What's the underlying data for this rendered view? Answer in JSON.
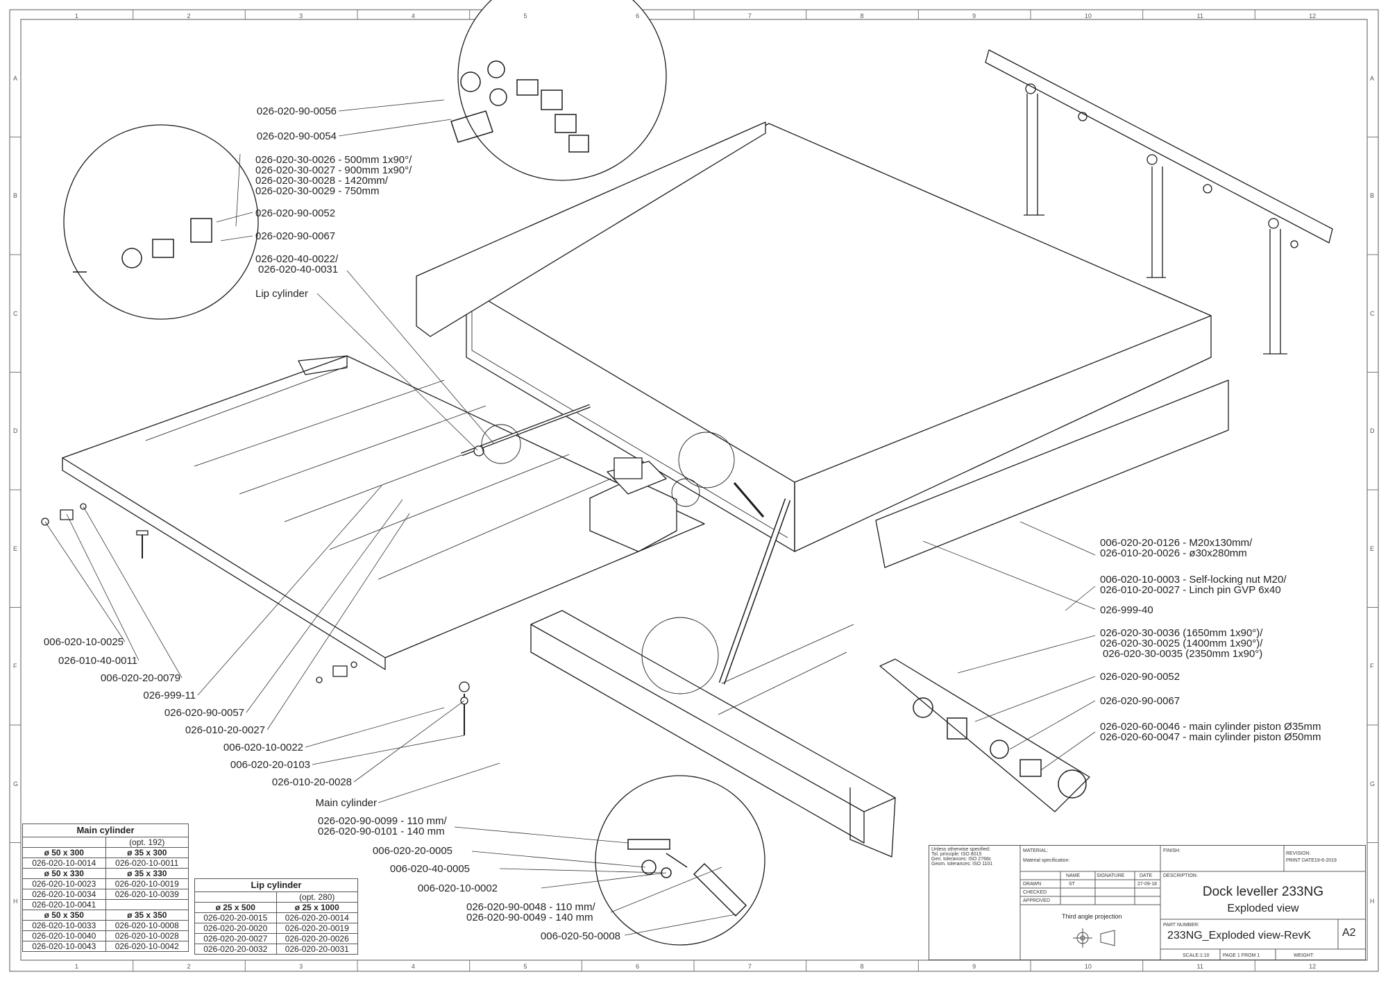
{
  "callouts_top": [
    {
      "id": "c1",
      "text": "026-020-90-0056"
    },
    {
      "id": "c2",
      "text": "026-020-90-0054"
    },
    {
      "id": "c3",
      "lines": [
        "026-020-30-0026 - 500mm 1x90°/",
        "026-020-30-0027 - 900mm 1x90°/",
        "026-020-30-0028 - 1420mm/",
        "026-020-30-0029 - 750mm"
      ]
    },
    {
      "id": "c4",
      "text": "026-020-90-0052"
    },
    {
      "id": "c5",
      "text": "026-020-90-0067"
    },
    {
      "id": "c6",
      "lines": [
        "026-020-40-0022/",
        "026-020-40-0031"
      ]
    },
    {
      "id": "c7",
      "text": "Lip cylinder"
    }
  ],
  "callouts_left": [
    {
      "text": "006-020-10-0025"
    },
    {
      "text": "026-010-40-0011"
    },
    {
      "text": "006-020-20-0079"
    },
    {
      "text": "026-999-11"
    },
    {
      "text": "026-020-90-0057"
    },
    {
      "text": "026-010-20-0027"
    },
    {
      "text": "006-020-10-0022"
    },
    {
      "text": "006-020-20-0103"
    },
    {
      "text": "026-010-20-0028"
    },
    {
      "text": "Main cylinder"
    }
  ],
  "callouts_bottom": [
    {
      "lines": [
        "026-020-90-0099 - 110 mm/",
        "026-020-90-0101 - 140 mm"
      ]
    },
    {
      "text": "006-020-20-0005"
    },
    {
      "text": "006-020-40-0005"
    },
    {
      "text": "006-020-10-0002"
    },
    {
      "lines": [
        "026-020-90-0048 - 110 mm/",
        "026-020-90-0049 - 140 mm"
      ]
    },
    {
      "text": "006-020-50-0008"
    }
  ],
  "callouts_right": [
    {
      "lines": [
        "006-020-20-0126 - M20x130mm/",
        "026-010-20-0026 - ø30x280mm"
      ]
    },
    {
      "lines": [
        "006-020-10-0003 - Self-locking nut M20/",
        "026-010-20-0027 - Linch pin GVP 6x40"
      ]
    },
    {
      "text": "026-999-40"
    },
    {
      "lines": [
        "026-020-30-0036 (1650mm 1x90°)/",
        "026-020-30-0025 (1400mm 1x90°)/",
        "026-020-30-0035 (2350mm 1x90°)"
      ]
    },
    {
      "text": "026-020-90-0052"
    },
    {
      "text": "026-020-90-0067"
    },
    {
      "lines": [
        "026-020-60-0046 - main cylinder piston Ø35mm",
        "026-020-60-0047 - main cylinder piston Ø50mm"
      ]
    }
  ],
  "main_cylinder_table": {
    "title": "Main cylinder",
    "opt": "(opt. 192)",
    "groups": [
      {
        "sizes": [
          "ø 50 x 300",
          "ø 35 x 300"
        ],
        "rows": [
          [
            "026-020-10-0014",
            "026-020-10-0011"
          ]
        ]
      },
      {
        "sizes": [
          "ø 50 x 330",
          "ø 35 x 330"
        ],
        "rows": [
          [
            "026-020-10-0023",
            "026-020-10-0019"
          ],
          [
            "026-020-10-0034",
            "026-020-10-0039"
          ],
          [
            "026-020-10-0041",
            ""
          ]
        ]
      },
      {
        "sizes": [
          "ø 50 x 350",
          "ø 35 x 350"
        ],
        "rows": [
          [
            "026-020-10-0033",
            "026-020-10-0008"
          ],
          [
            "026-020-10-0040",
            "026-020-10-0028"
          ],
          [
            "026-020-10-0043",
            "026-020-10-0042"
          ]
        ]
      }
    ]
  },
  "lip_cylinder_table": {
    "title": "Lip cylinder",
    "opt": "(opt. 280)",
    "sizes": [
      "ø 25 x 500",
      "ø 25 x 1000"
    ],
    "rows": [
      [
        "026-020-20-0015",
        "026-020-20-0014"
      ],
      [
        "026-020-20-0020",
        "026-020-20-0019"
      ],
      [
        "026-020-20-0027",
        "026-020-20-0026"
      ],
      [
        "026-020-20-0032",
        "026-020-20-0031"
      ]
    ]
  },
  "title_block": {
    "unless_lines": [
      "Unless otherwise specified:",
      "Tol. principle: ISO 8015",
      "Gen. tolerances: ISO 2768c",
      "Geom. tolerances: ISO 1101"
    ],
    "material_label": "MATERIAL:",
    "material_spec_label": "Material specification:",
    "finish_label": "FINISH:",
    "revision_label": "REVISION:",
    "print_date_label": "PRINT DATE:",
    "print_date": "19-6-2019",
    "col_name": "NAME",
    "col_signature": "SIGNATURE",
    "col_date": "DATE",
    "drawn_label": "DRAWN",
    "drawn_name": "ST",
    "drawn_date": "27-09-18",
    "checked_label": "CHECKED",
    "approved_label": "APPROVED",
    "projection": "Third angle projection",
    "description_label": "DESCRIPTION:",
    "description_line1": "Dock leveller 233NG",
    "description_line2": "Exploded view",
    "part_number_label": "PART NUMBER:",
    "part_number": "233NG_Exploded view-RevK",
    "sheet_size": "A2",
    "scale": "SCALE:1:10",
    "page": "PAGE 1 FROM 1",
    "weight_label": "WEIGHT:"
  },
  "zones": {
    "columns": [
      "1",
      "2",
      "3",
      "4",
      "5",
      "6",
      "7",
      "8",
      "9",
      "10",
      "11",
      "12"
    ],
    "rows": [
      "A",
      "B",
      "C",
      "D",
      "E",
      "F",
      "G",
      "H"
    ]
  }
}
